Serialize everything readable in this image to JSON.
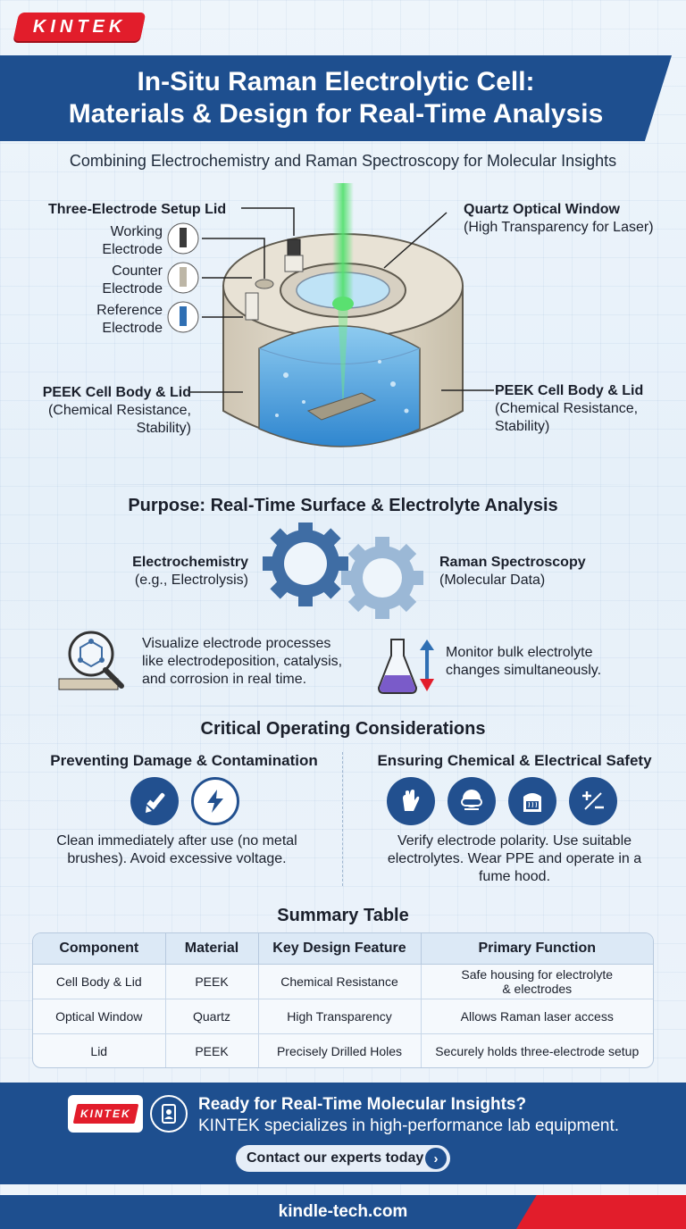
{
  "brand": {
    "logo_text": "KINTEK",
    "accent_color": "#e21d2b",
    "primary_color": "#1e4f8f"
  },
  "header": {
    "title_line1": "In-Situ Raman Electrolytic Cell:",
    "title_line2": "Materials & Design for Real-Time Analysis",
    "subtitle": "Combining Electrochemistry and Raman Spectroscopy for Molecular Insights"
  },
  "diagram": {
    "lid_label": "Three-Electrode Setup Lid",
    "working_1": "Working",
    "working_2": "Electrode",
    "counter_1": "Counter",
    "counter_2": "Electrode",
    "reference_1": "Reference",
    "reference_2": "Electrode",
    "window_title": "Quartz Optical Window",
    "window_sub": "(High Transparency for Laser)",
    "body_left_title": "PEEK Cell Body & Lid",
    "body_left_sub1": "(Chemical Resistance,",
    "body_left_sub2": "Stability)",
    "body_right_title": "PEEK Cell Body & Lid",
    "body_right_sub1": "(Chemical Resistance,",
    "body_right_sub2": "Stability)"
  },
  "purpose": {
    "title": "Purpose: Real-Time Surface & Electrolyte Analysis",
    "left_title": "Electrochemistry",
    "left_sub": "(e.g., Electrolysis)",
    "right_title": "Raman Spectroscopy",
    "right_sub": "(Molecular Data)",
    "point1_line1": "Visualize electrode processes",
    "point1_line2": "like electrodeposition, catalysis,",
    "point1_line3": "and corrosion in real time.",
    "point2_line1": "Monitor bulk electrolyte",
    "point2_line2": "changes simultaneously."
  },
  "considerations": {
    "title": "Critical Operating Considerations",
    "left_title": "Preventing Damage & Contamination",
    "left_text_line1": "Clean immediately after use (no metal",
    "left_text_line2": "brushes). Avoid excessive voltage.",
    "right_title": "Ensuring Chemical & Electrical Safety",
    "right_text_line1": "Verify electrode polarity. Use suitable",
    "right_text_line2": "electrolytes. Wear PPE and operate in a",
    "right_text_line3": "fume hood."
  },
  "summary": {
    "title": "Summary Table",
    "headers": [
      "Component",
      "Material",
      "Key Design Feature",
      "Primary Function"
    ],
    "rows": [
      [
        "Cell Body & Lid",
        "PEEK",
        "Chemical Resistance",
        "Safe housing for electrolyte",
        "& electrodes"
      ],
      [
        "Optical Window",
        "Quartz",
        "High Transparency",
        "Allows Raman laser access",
        ""
      ],
      [
        "Lid",
        "PEEK",
        "Precisely Drilled Holes",
        "Securely holds three-electrode setup",
        ""
      ]
    ]
  },
  "cta": {
    "logo_text": "KINTEK",
    "heading": "Ready for Real-Time Molecular Insights?",
    "text": "KINTEK specializes in high-performance lab equipment.",
    "button_label": "Contact our experts today",
    "button_arrow": "›"
  },
  "footer": {
    "url": "kindle-tech.com"
  }
}
